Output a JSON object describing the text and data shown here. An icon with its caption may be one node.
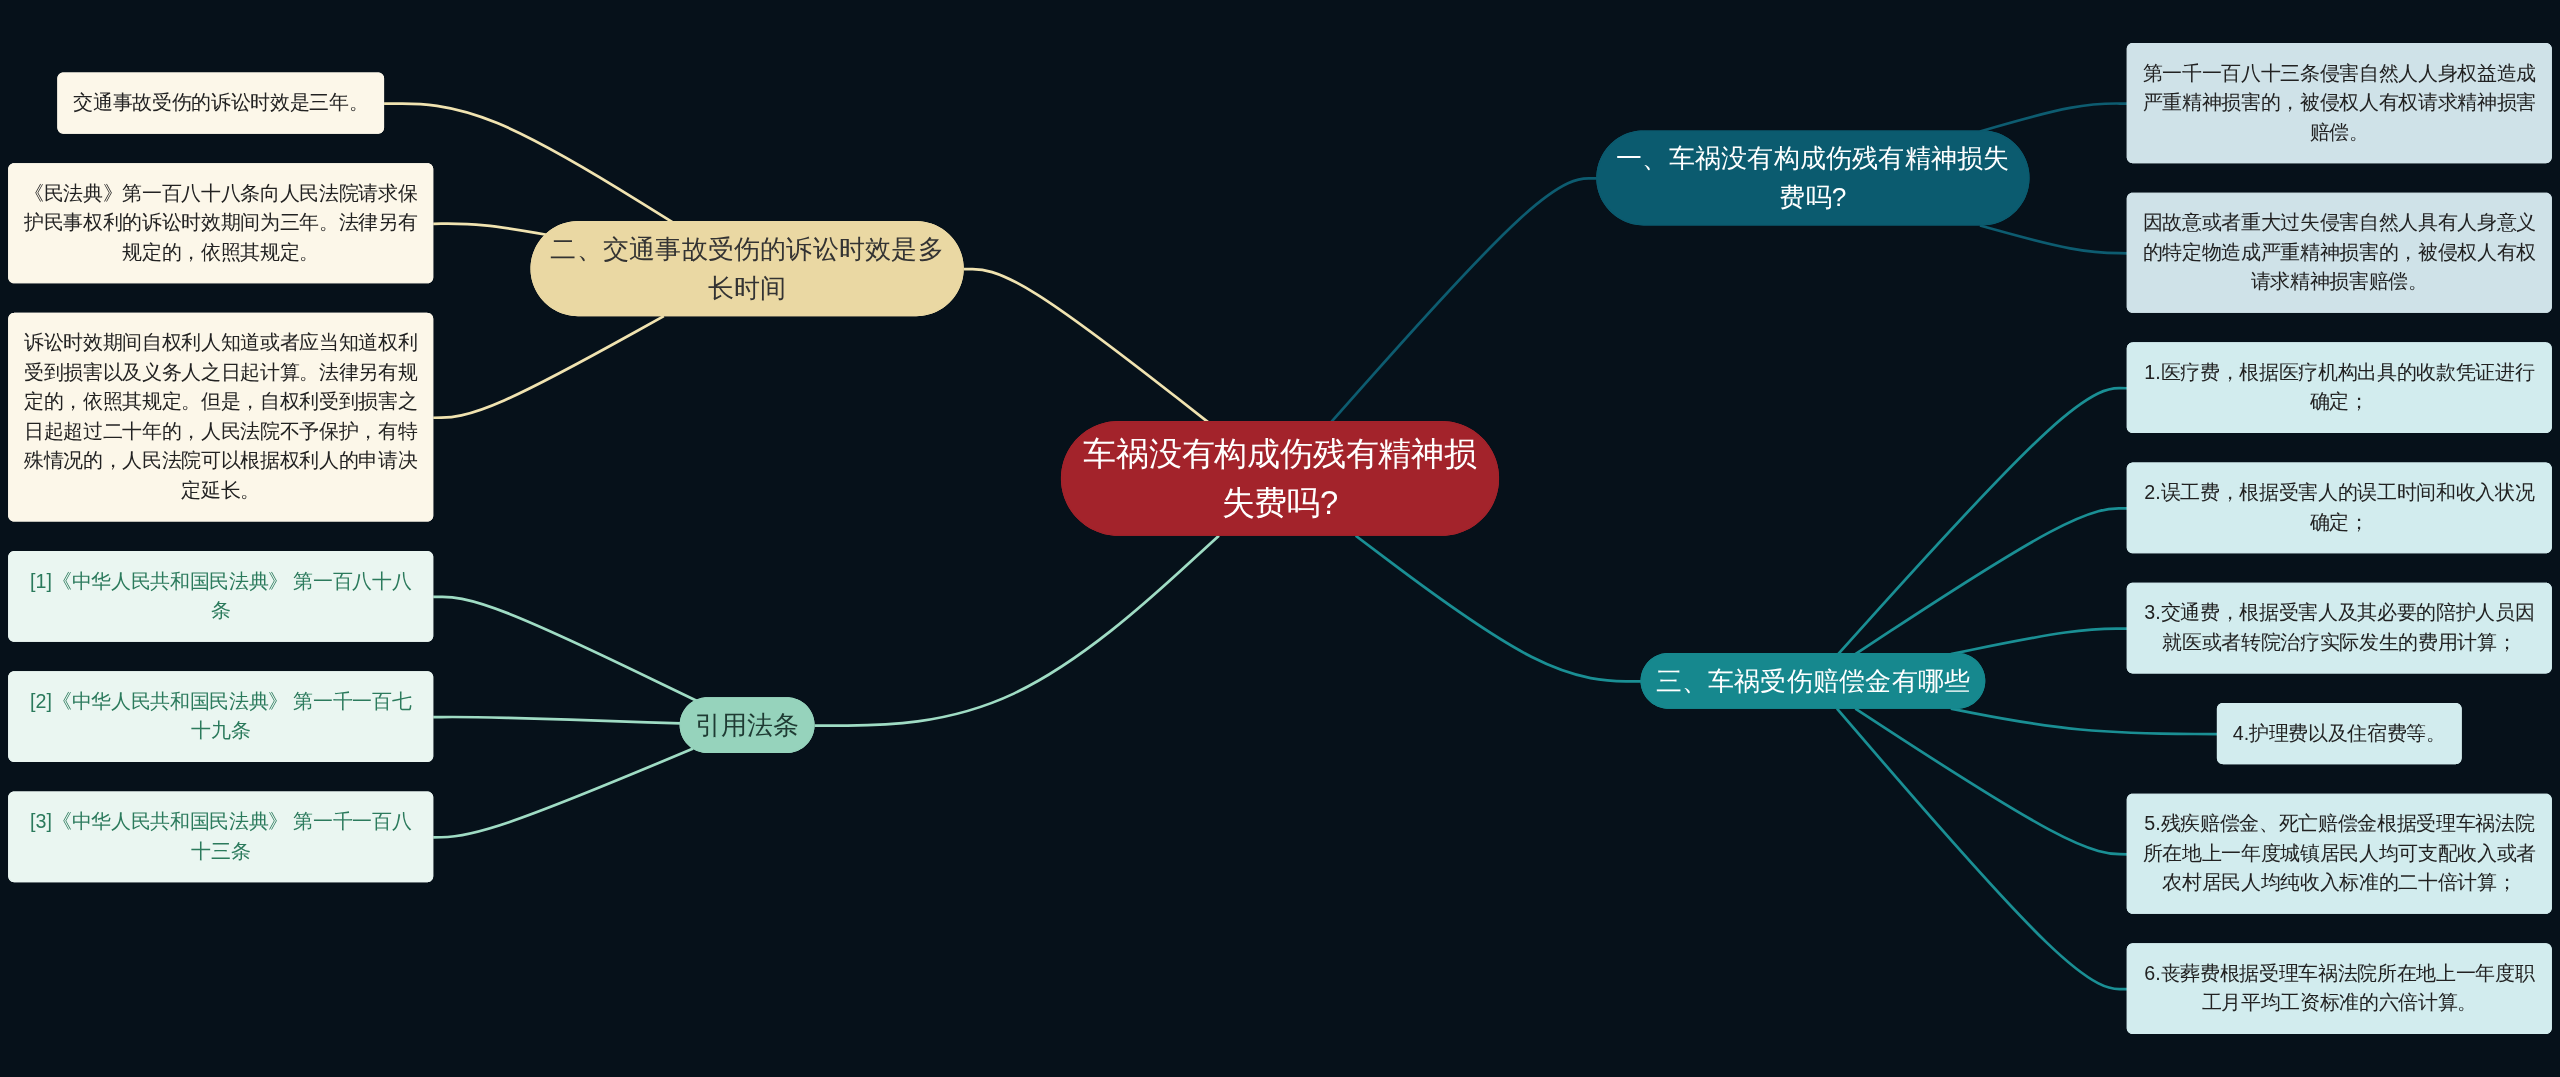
{
  "diagram": {
    "nodes": [
      {
        "text": [
          "车祸没有构成伤残有精神损失费吗?"
        ]
      },
      {
        "text": [
          "二、交通事故受伤的诉讼时效是多长时间"
        ]
      },
      {
        "text": [
          "交通事故受伤的诉讼时效是三年。"
        ]
      },
      {
        "text": [
          "《民法典》第一百八十八条向人民法院请求保护民事权利的诉讼时效期间为三年。法律另有规定的，依照其规定。"
        ]
      },
      {
        "text": [
          "诉讼时效期间自权利人知道或者应当知道权利受到损害以及义务人之日起计算。法律另有规定的，依照其规定。但是，自权利受到损害之日起超过二十年的，人民法院不予保护，有特殊情况的，人民法院可以根据权利人的申请决定延长。"
        ]
      },
      {
        "text": [
          "引用法条"
        ]
      },
      {
        "text": [
          "[1]《中华人民共和国民法典》 第一百八十八条"
        ]
      },
      {
        "text": [
          "[2]《中华人民共和国民法典》 第一千一百七十九条"
        ]
      },
      {
        "text": [
          "[3]《中华人民共和国民法典》 第一千一百八十三条"
        ]
      },
      {
        "text": [
          "一、车祸没有构成伤残有精神损失费吗?"
        ]
      },
      {
        "text": [
          "第一千一百八十三条侵害自然人人身权益造成严重精神损害的，被侵权人有权请求精神损害赔偿。"
        ]
      },
      {
        "text": [
          "因故意或者重大过失侵害自然人具有人身意义的特定物造成严重精神损害的，被侵权人有权请求精神损害赔偿。"
        ]
      },
      {
        "text": [
          "三、车祸受伤赔偿金有哪些"
        ]
      },
      {
        "text": [
          "1.医疗费，根据医疗机构出具的收款凭证进行确定；"
        ]
      },
      {
        "text": [
          "2.误工费，根据受害人的误工时间和收入状况确定；"
        ]
      },
      {
        "text": [
          "3.交通费，根据受害人及其必要的陪护人员因就医或者转院治疗实际发生的费用计算；"
        ]
      },
      {
        "text": [
          "4.护理费以及住宿费等。"
        ]
      },
      {
        "text": [
          "5.残疾赔偿金、死亡赔偿金根据受理车祸法院所在地上一年度城镇居民人均可支配收入或者农村居民人均纯收入标准的二十倍计算；"
        ]
      },
      {
        "text": [
          "6.丧葬费根据受理车祸法院所在地上一年度职工月平均工资标准的六倍计算。"
        ]
      }
    ],
    "edges": [
      {
        "from": 0,
        "to": 1,
        "arrow": "none",
        "color": "#f0e3b0"
      },
      {
        "from": 1,
        "to": 2,
        "arrow": "none",
        "color": "#f0e3b0"
      },
      {
        "from": 1,
        "to": 3,
        "arrow": "none",
        "color": "#f0e3b0"
      },
      {
        "from": 1,
        "to": 4,
        "arrow": "none",
        "color": "#f0e3b0"
      },
      {
        "from": 0,
        "to": 5,
        "arrow": "none",
        "color": "#9fdcc4"
      },
      {
        "from": 5,
        "to": 6,
        "arrow": "none",
        "color": "#9fdcc4"
      },
      {
        "from": 5,
        "to": 7,
        "arrow": "none",
        "color": "#9fdcc4"
      },
      {
        "from": 5,
        "to": 8,
        "arrow": "none",
        "color": "#9fdcc4"
      },
      {
        "from": 0,
        "to": 9,
        "arrow": "none",
        "color": "#0d5c70"
      },
      {
        "from": 9,
        "to": 10,
        "arrow": "none",
        "color": "#0d5c70"
      },
      {
        "from": 9,
        "to": 11,
        "arrow": "none",
        "color": "#0d5c70"
      },
      {
        "from": 0,
        "to": 12,
        "arrow": "none"
      },
      {
        "from": 12,
        "to": 13,
        "arrow": "none"
      },
      {
        "from": 12,
        "to": 14,
        "arrow": "none"
      },
      {
        "from": 12,
        "to": 15,
        "arrow": "none"
      },
      {
        "from": 12,
        "to": 16,
        "arrow": "none"
      },
      {
        "from": 12,
        "to": 17,
        "arrow": "none"
      },
      {
        "from": 12,
        "to": 18,
        "arrow": "none"
      }
    ]
  }
}
